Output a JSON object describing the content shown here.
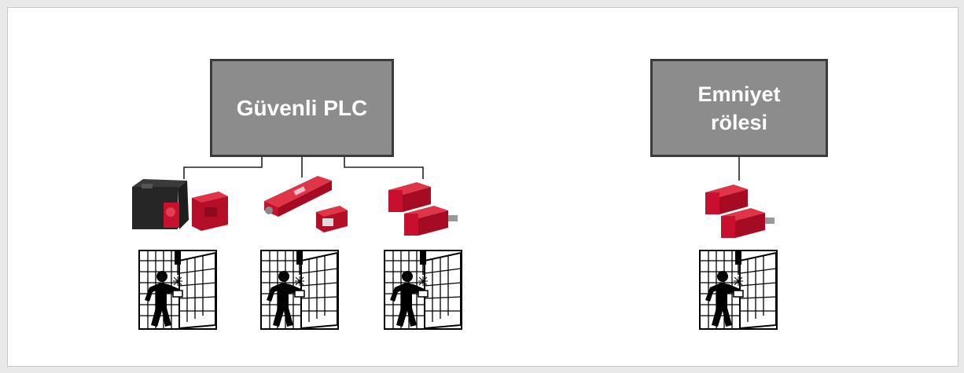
{
  "diagram": {
    "left_controller": {
      "label": "Güvenli PLC",
      "fill": "#8c8c8c",
      "border": "#3b3b3b"
    },
    "right_controller": {
      "label_line1": "Emniyet",
      "label_line2": "rölesi",
      "fill": "#8c8c8c",
      "border": "#3b3b3b"
    },
    "devices": [
      {
        "icon": "safety-lock-with-actuator"
      },
      {
        "icon": "safety-switch-with-actuator"
      },
      {
        "icon": "safety-sensor-pair"
      },
      {
        "icon": "safety-sensor-pair"
      }
    ],
    "guard_icon": "machine-guard-door-person-icon",
    "device_color": "#c8102e"
  }
}
